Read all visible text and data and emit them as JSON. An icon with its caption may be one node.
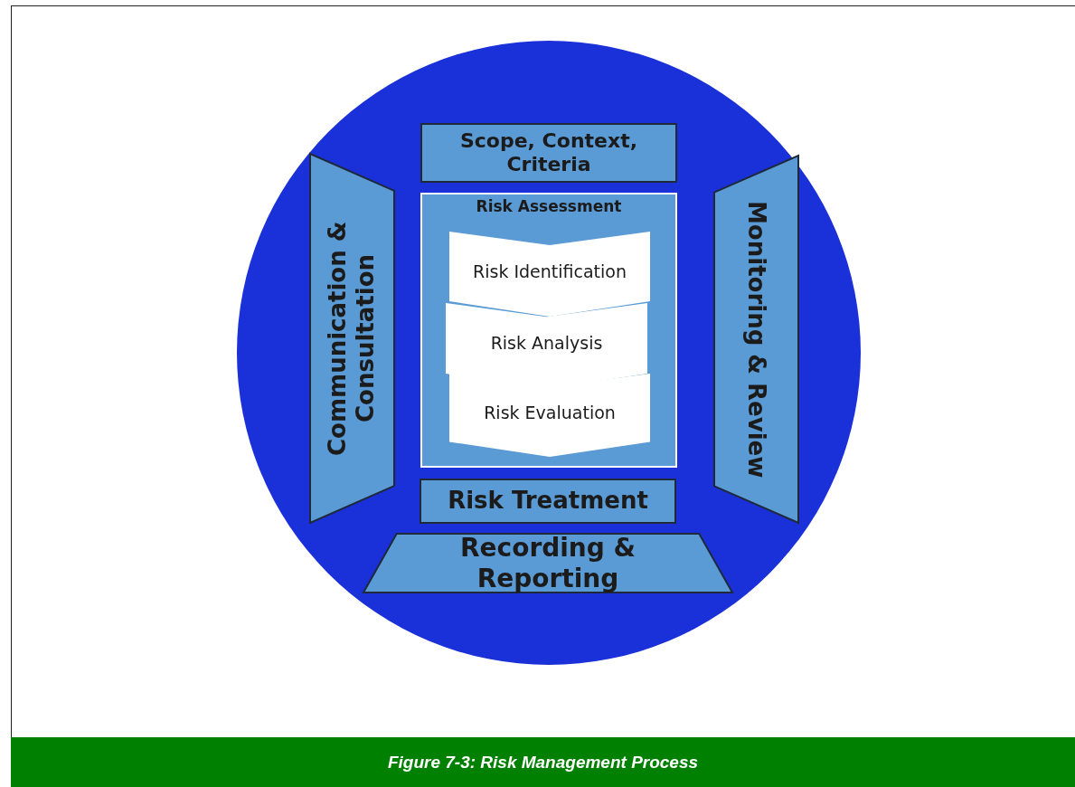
{
  "diagram": {
    "caption": "Figure 7-3: Risk Management Process",
    "nodes": [
      {
        "text": [],
        "shape": "circle"
      },
      {
        "text": [
          "Scope, Context, Criteria"
        ],
        "in": 0
      },
      {
        "text": [
          "Communication & Consultation"
        ],
        "in": 0
      },
      {
        "text": [
          "Risk Assessment"
        ],
        "in": 0
      },
      {
        "text": [
          "Risk Identification"
        ],
        "in": 3
      },
      {
        "text": [
          "Risk Analysis"
        ],
        "in": 3
      },
      {
        "text": [
          "Risk Evaluation"
        ],
        "in": 3
      },
      {
        "text": [
          "Monitoring & Review"
        ],
        "in": 0
      },
      {
        "text": [
          "Risk Treatment"
        ],
        "in": 0
      },
      {
        "text": [
          "Recording & Reporting"
        ],
        "in": 0
      }
    ],
    "edges": []
  }
}
